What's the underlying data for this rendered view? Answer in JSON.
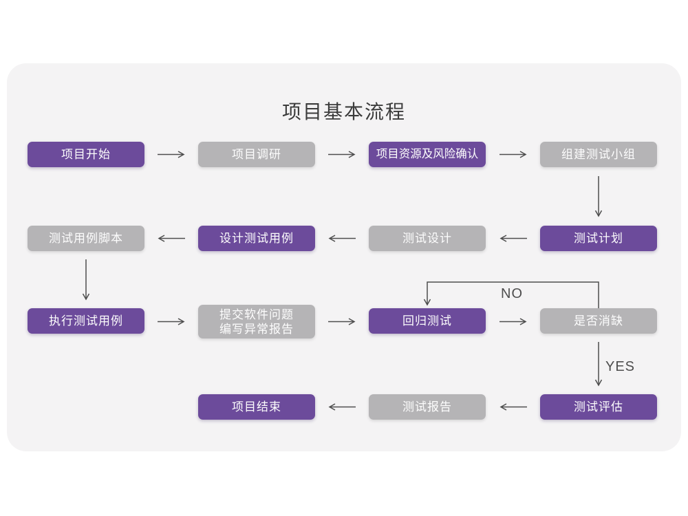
{
  "title": "项目基本流程",
  "colors": {
    "accent_purple": "#6c4b9b",
    "node_gray": "#b5b4b6",
    "card_background": "#f4f3f4",
    "arrow": "#4d4d4d",
    "node_text": "#fdfdfd",
    "title_text": "#3b3b3b"
  },
  "edge_labels": {
    "no": "NO",
    "yes": "YES"
  },
  "nodes": [
    {
      "label": "项目开始",
      "variant": "purple"
    },
    {
      "label": "项目调研",
      "variant": "gray"
    },
    {
      "label": "项目资源及风险确认",
      "variant": "purple"
    },
    {
      "label": "组建测试小组",
      "variant": "gray"
    },
    {
      "label": "测试计划",
      "variant": "purple"
    },
    {
      "label": "测试设计",
      "variant": "gray"
    },
    {
      "label": "设计测试用例",
      "variant": "purple"
    },
    {
      "label": "测试用例脚本",
      "variant": "gray"
    },
    {
      "label": "执行测试用例",
      "variant": "purple"
    },
    {
      "label_line1": "提交软件问题",
      "label_line2": "编写异常报告",
      "variant": "gray"
    },
    {
      "label": "回归测试",
      "variant": "purple"
    },
    {
      "label": "是否消缺",
      "variant": "gray"
    },
    {
      "label": "测试评估",
      "variant": "purple"
    },
    {
      "label": "测试报告",
      "variant": "gray"
    },
    {
      "label": "项目结束",
      "variant": "purple"
    }
  ],
  "edges": [
    {
      "from": "项目开始",
      "to": "项目调研"
    },
    {
      "from": "项目调研",
      "to": "项目资源及风险确认"
    },
    {
      "from": "项目资源及风险确认",
      "to": "组建测试小组"
    },
    {
      "from": "组建测试小组",
      "to": "测试计划"
    },
    {
      "from": "测试计划",
      "to": "测试设计"
    },
    {
      "from": "测试设计",
      "to": "设计测试用例"
    },
    {
      "from": "设计测试用例",
      "to": "测试用例脚本"
    },
    {
      "from": "测试用例脚本",
      "to": "执行测试用例"
    },
    {
      "from": "执行测试用例",
      "to": "提交软件问题编写异常报告"
    },
    {
      "from": "提交软件问题编写异常报告",
      "to": "回归测试"
    },
    {
      "from": "回归测试",
      "to": "是否消缺"
    },
    {
      "from": "是否消缺",
      "to": "回归测试",
      "label": "NO"
    },
    {
      "from": "是否消缺",
      "to": "测试评估",
      "label": "YES"
    },
    {
      "from": "测试评估",
      "to": "测试报告"
    },
    {
      "from": "测试报告",
      "to": "项目结束"
    }
  ]
}
